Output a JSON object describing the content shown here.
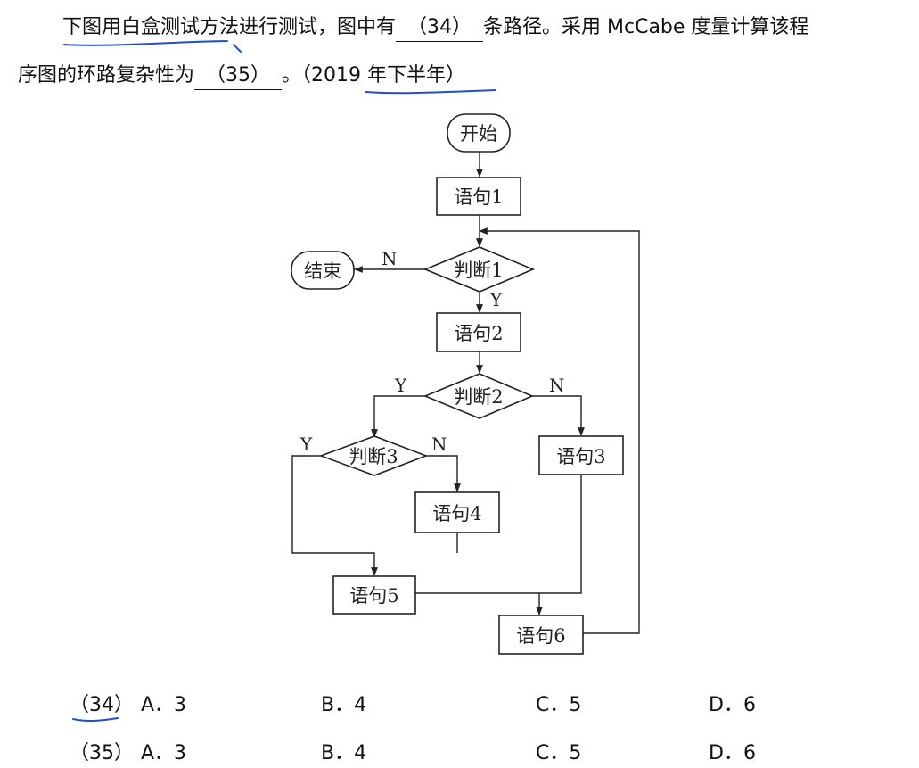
{
  "question": {
    "line1_pre": "下图用白盒测试方法进行测试，图中有",
    "blank34": "（34）",
    "line1_post": "条路径。采用 McCabe 度量计算该程",
    "line2_pre": "序图的环路复杂性为",
    "blank35": "（35）",
    "line2_mid": "。（",
    "source": "2019 年下半年",
    "line2_post": "）"
  },
  "flowchart": {
    "start": "开始",
    "end": "结束",
    "s1": "语句1",
    "d1": "判断1",
    "s2": "语句2",
    "d2": "判断2",
    "d3": "判断3",
    "s3": "语句3",
    "s4": "语句4",
    "s5": "语句5",
    "s6": "语句6",
    "label_yes": "Y",
    "label_no": "N"
  },
  "options": [
    {
      "num": "（34）",
      "a": "A．3",
      "b": "B．4",
      "c": "C．5",
      "d": "D．6"
    },
    {
      "num": "（35）",
      "a": "A．3",
      "b": "B．4",
      "c": "C．5",
      "d": "D．6"
    }
  ],
  "colors": {
    "ink": "#1f4fd1",
    "text": "#111111"
  }
}
